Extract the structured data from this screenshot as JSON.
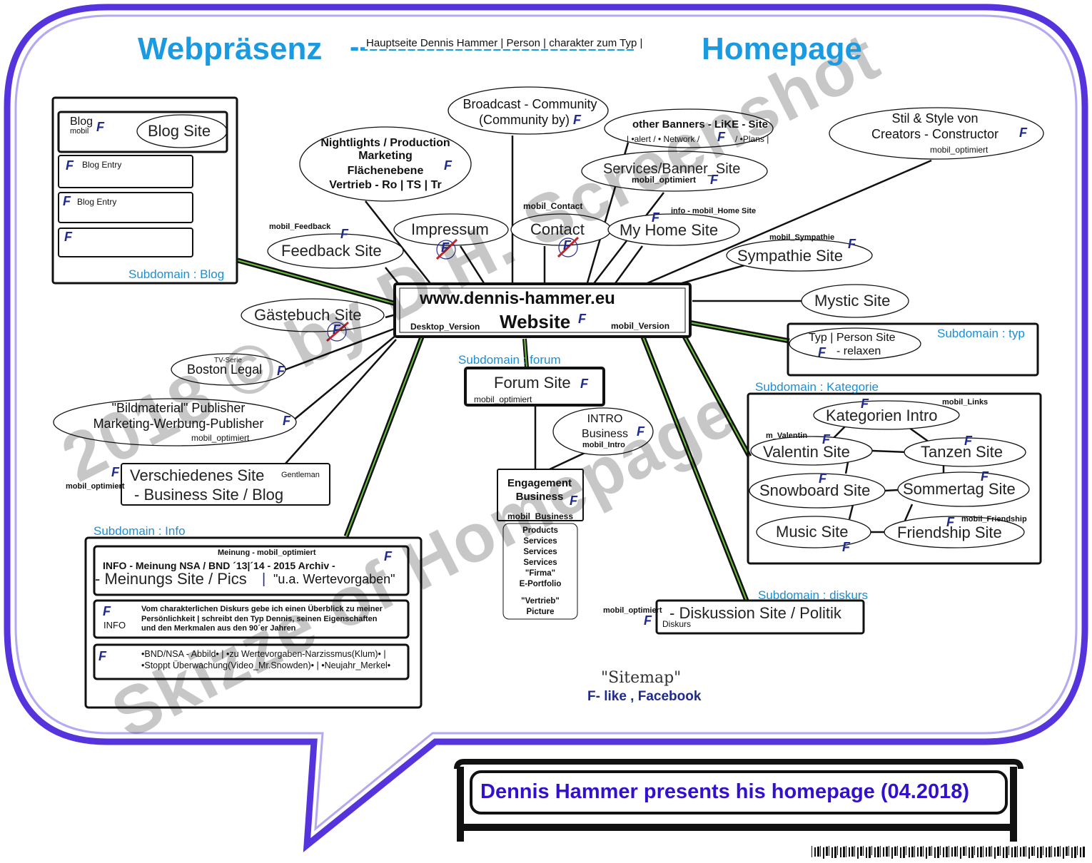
{
  "header": {
    "left": "Webpräsenz",
    "dashes": "------------------------------",
    "subtitle": "Hauptseite Dennis Hammer | Person | charakter zum Typ |",
    "right": "Homepage"
  },
  "f_glyph": "F",
  "center": {
    "url": "www.dennis-hammer.eu",
    "website": "Website",
    "desktop": "Desktop_Version",
    "mobile": "mobil_Version"
  },
  "blog_box": {
    "blog": "Blog",
    "mobil": "mobil",
    "blog_site": "Blog Site",
    "entry1": "Blog Entry",
    "entry2": "Blog Entry",
    "subdomain": "Subdomain : Blog"
  },
  "nodes": {
    "broadcast_1": "Broadcast - Community",
    "broadcast_2": "(Community by)",
    "nightlights_1": "Nightlights / Production",
    "nightlights_2": "Marketing",
    "nightlights_3": "Flächenebene",
    "nightlights_4": "Vertrieb - Ro | TS | Tr",
    "other_banners": "other Banners - LiKE - Site",
    "other_banners_sub": "| •alert / • Network /",
    "other_banners_plans": "/ •Plans |",
    "stil_1": "Stil & Style von",
    "stil_2": "Creators - Constructor",
    "stil_mobil": "mobil_optimiert",
    "services": "Services/Banner_Site",
    "services_mobil": "mobil_optimiert",
    "impressum": "Impressum",
    "mobil_contact": "mobil_Contact",
    "contact": "Contact",
    "my_home": "My Home Site",
    "info_home": "info - mobil_Home Site",
    "mobil_feedback": "mobil_Feedback",
    "feedback": "Feedback Site",
    "sympathie_mobil": "mobil_Sympathie",
    "sympathie": "Sympathie Site",
    "mystic": "Mystic Site",
    "gaestebuch": "Gästebuch Site",
    "tv_serie": "TV-Serie",
    "boston": "Boston Legal",
    "bild_1": "\"Bildmaterial\" Publisher",
    "bild_2": "Marketing-Werbung-Publisher",
    "bild_mobil": "mobil_optimiert",
    "versch_1": "Verschiedenes Site",
    "versch_gentleman": "Gentleman",
    "versch_2": "- Business Site / Blog",
    "versch_mobil": "mobil_optimiert"
  },
  "typ_box": {
    "line1": "Typ | Person Site",
    "line2": "- relaxen",
    "subdomain": "Subdomain : typ"
  },
  "forum": {
    "subdomain": "Subdomain : forum",
    "site": "Forum Site",
    "mobil": "mobil_optimiert"
  },
  "intro": {
    "line1": "INTRO",
    "line2": "Business",
    "mobil": "mobil_Intro"
  },
  "engagement": {
    "line1": "Engagement",
    "line2": "Business",
    "mobil": "mobil_Business",
    "products": [
      "Products",
      "Services",
      "Services",
      "Services",
      "\"Firma\"",
      "E-Portfolio"
    ],
    "vertrieb": "\"Vertrieb\"",
    "picture": "Picture"
  },
  "kategorie": {
    "subdomain": "Subdomain : Kategorie",
    "intro": "Kategorien Intro",
    "mobil_links": "mobil_Links",
    "m_valentin": "m_Valentin",
    "valentin": "Valentin Site",
    "tanzen": "Tanzen Site",
    "snowboard": "Snowboard Site",
    "sommertag": "Sommertag Site",
    "music": "Music Site",
    "friendship": "Friendship Site",
    "mobil_friendship": "mobil_Friendship"
  },
  "info_box": {
    "subdomain": "Subdomain : Info",
    "meinung_top": "Meinung - mobil_optimiert",
    "meinung_1": "INFO - Meinung NSA / BND ´13|´14 - 2015 Archiv -",
    "meinung_2": "- Meinungs Site / Pics",
    "meinung_3": "\"u.a. Wertevorgaben\"",
    "info_label": "INFO",
    "info_text_1": "Vom charakterlichen Diskurs gebe ich einen Überblick zu meiner",
    "info_text_2": "Persönlichkeit | schreibt den Typ Dennis, seinen Eigenschaften",
    "info_text_3": "und den Merkmalen aus den 90´er Jahren",
    "bnd_1": "•BND/NSA - Abbild• | •zu Wertevorgaben-Narzissmus(Klum)• |",
    "bnd_2": "•Stoppt Überwachung(Video_Mr.Snowden)• | •Neujahr_Merkel•"
  },
  "diskurs": {
    "subdomain": "Subdomain : diskurs",
    "mobil": "mobil_optimiert",
    "site": "- Diskussion Site / Politik",
    "diskurs": "Diskurs"
  },
  "footer": {
    "sitemap": "\"Sitemap\"",
    "flike": "F- like , Facebook",
    "banner": "Dennis Hammer presents his homepage  (04.2018)"
  },
  "watermark": {
    "line1": "2018 © by D.H. Screenshot",
    "line2": "Skizze of Homepage"
  },
  "colors": {
    "bubble": "#5533dd",
    "title_blue": "#1a9ae0",
    "f_blue": "#1f2b8c",
    "link_green": "#2a7a1a",
    "banner_text": "#3311cc"
  }
}
